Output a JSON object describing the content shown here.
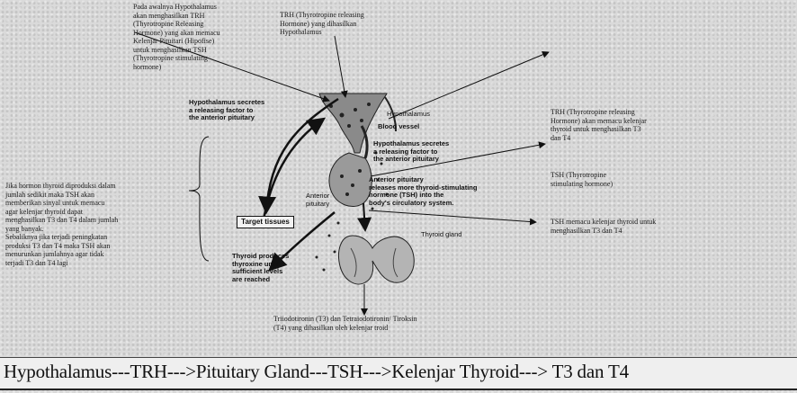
{
  "notes": {
    "top_left": [
      "Pada awalnya Hypothalamus",
      "akan menghasilkan TRH",
      "(Thyrotropine Releasing",
      "Hormone) yang akan memacu",
      "Kelenjar Pituitari (Hipofise)",
      "untuk menghasilkan TSH",
      "(Thyrotropine stimulating",
      "hormone)"
    ],
    "top_center": [
      "TRH (Thyrotropine releasing",
      "Hormone) yang dihasilkan",
      "Hypothalamus"
    ],
    "right_top": [
      "TRH (Thyrotropine releasing",
      "Hormone) akan memacu kelenjar",
      "thyroid untuk menghasilkan T3",
      "dan T4"
    ],
    "right_mid": [
      "TSH (Thyrotropine",
      "stimulating hormone)"
    ],
    "right_bottom": [
      "TSH memacu kelenjar thyroid untuk",
      "menghasilkan T3 dan T4"
    ],
    "left_mid": [
      "Jika hormon thyroid diproduksi dalam",
      "jumlah sedikit maka TSH akan",
      "memberikan sinyal untuk memacu",
      "agar kelenjar thyroid dapat",
      "menghasilkan T3 dan T4 dalam jumlah",
      "yang banyak.",
      "Sebaliknya jika terjadi peningkatan",
      "produksi T3 dan T4 maka TSH akan",
      "menurunkan jumlahnya agar tidak",
      "terjadi T3 dan T4 lagi"
    ],
    "bottom_center": [
      "Triiodotironin (T3) dan Tetraiodotironin/ Tiroksin",
      "(T4) yang dihasilkan oleh kelenjar troid"
    ]
  },
  "diagram_labels": {
    "hypothalamus_secretes_1": [
      "Hypothalamus secretes",
      "a releasing factor to",
      "the anterior pituitary"
    ],
    "hypothalamus": "Hypothalamus",
    "blood_vessel": "Blood vessel",
    "hypothalamus_secretes_2": [
      "Hypothalamus secretes",
      "a releasing factor to",
      "the anterior pituitary"
    ],
    "anterior_pituitary_releases": [
      "Anterior pituitary",
      "releases more thyroid-stimulating",
      "hormone (TSH) into the",
      "body's circulatory system."
    ],
    "anterior_pituitary": [
      "Anterior",
      "pituitary"
    ],
    "target_tissues": "Target tissues",
    "thyroid_gland": "Thyroid gland",
    "thyroid_produces": [
      "Thyroid produces",
      "thyroxine until",
      "sufficient levels",
      "are reached"
    ]
  },
  "flow_bar": {
    "text": "Hypothalamus---TRH--->Pituitary Gland---TSH--->Kelenjar Thyroid---> T3 dan T4"
  },
  "colors": {
    "background": "#dadada",
    "ink": "#111111",
    "tissue": "#777777"
  }
}
